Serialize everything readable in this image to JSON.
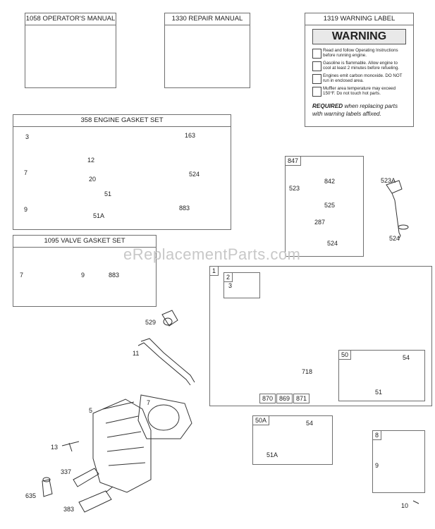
{
  "boxes": {
    "operators_manual": "1058 OPERATOR'S MANUAL",
    "repair_manual": "1330 REPAIR MANUAL",
    "warning_label": "1319 WARNING LABEL",
    "engine_gasket_set": "358 ENGINE GASKET SET",
    "valve_gasket_set": "1095 VALVE GASKET SET"
  },
  "warning": {
    "heading": "WARNING",
    "lines": [
      "Read and follow Operating Instructions before running engine.",
      "Gasoline is flammable. Allow engine to cool at least 2 minutes before refueling.",
      "Engines emit carbon monoxide. DO NOT run in enclosed area.",
      "Muffler area temperature may exceed 150°F. Do not touch hot parts."
    ],
    "required_bold": "REQUIRED",
    "required_rest": " when replacing parts with warning labels affixed."
  },
  "tags": {
    "t847": "847",
    "t1": "1",
    "t2": "2",
    "t50": "50",
    "t50a": "50A",
    "t8": "8",
    "t870": "870",
    "t869": "869",
    "t871": "871"
  },
  "labels": {
    "l3": "3",
    "l7": "7",
    "l9": "9",
    "l12": "12",
    "l20": "20",
    "l51": "51",
    "l51a": "51A",
    "l163": "163",
    "l524": "524",
    "l883": "883",
    "l7v": "7",
    "l9v": "9",
    "l883v": "883",
    "l523": "523",
    "l842": "842",
    "l525": "525",
    "l287": "287",
    "l524b": "524",
    "l523a": "523A",
    "l524c": "524",
    "l3b": "3",
    "l718": "718",
    "l54": "54",
    "l51b": "51",
    "l529": "529",
    "l11": "11",
    "l5": "5",
    "l7b": "7",
    "l13": "13",
    "l337": "337",
    "l635": "635",
    "l383": "383",
    "l54b": "54",
    "l51ab": "51A",
    "l9b": "9",
    "l10": "10"
  },
  "watermark": "eReplacementParts.com"
}
